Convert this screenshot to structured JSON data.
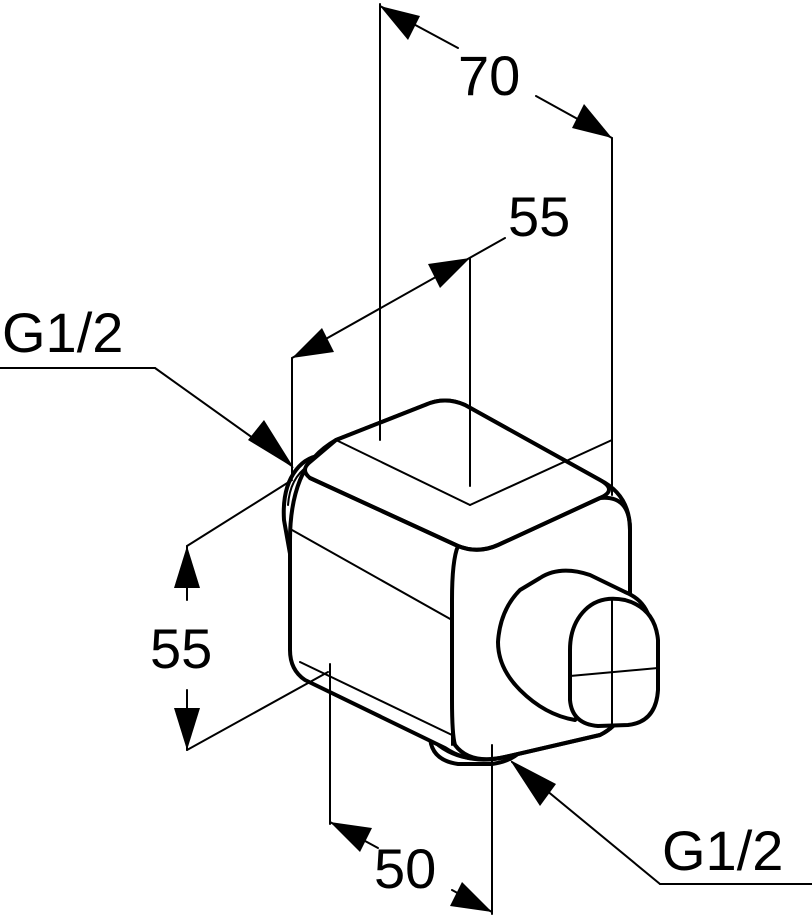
{
  "dimensions": {
    "top_width": "70",
    "top_depth": "55",
    "side_height": "55",
    "bottom_depth": "50"
  },
  "threads": {
    "left_connection": "G1/2",
    "bottom_connection": "G1/2"
  }
}
